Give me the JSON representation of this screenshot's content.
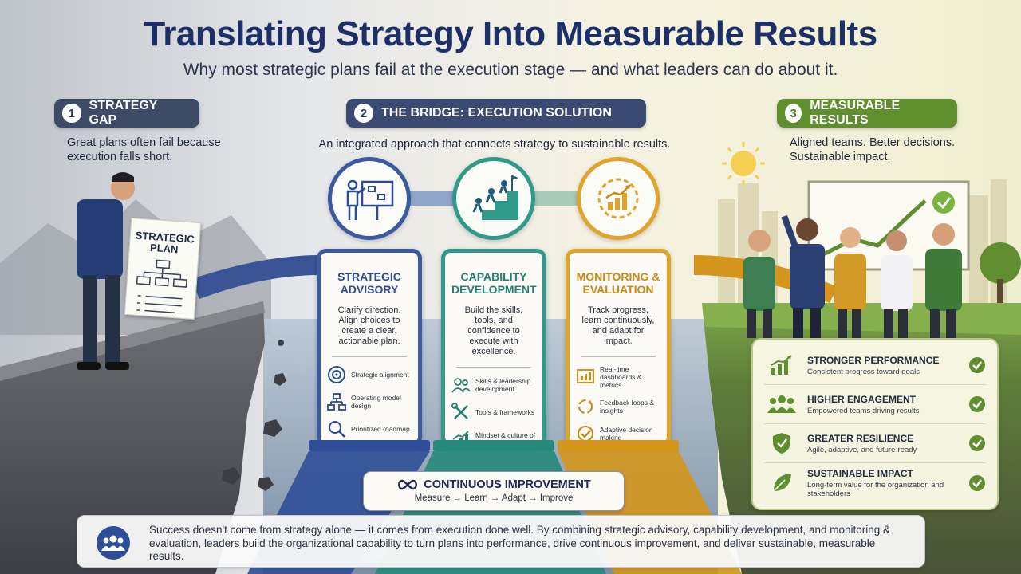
{
  "title": "Translating Strategy Into Measurable Results",
  "subtitle": "Why most strategic plans fail at the execution stage — and what leaders can do about it.",
  "sections": [
    {
      "num": "1",
      "label": "STRATEGY GAP",
      "desc": "Great plans often fail because execution falls short."
    },
    {
      "num": "2",
      "label": "THE BRIDGE: EXECUTION SOLUTION",
      "desc": "An integrated approach that connects strategy to sustainable results."
    },
    {
      "num": "3",
      "label": "MEASURABLE RESULTS",
      "desc": "Aligned teams. Better decisions. Sustainable impact."
    }
  ],
  "plan_label": "STRATEGIC PLAN",
  "pillars": [
    {
      "title": "STRATEGIC ADVISORY",
      "text": "Clarify direction. Align choices to create a clear, actionable plan.",
      "items": [
        "Strategic alignment",
        "Operating model design",
        "Prioritized roadmap"
      ],
      "icons": [
        "target-icon",
        "org-chart-icon",
        "magnifier-icon"
      ]
    },
    {
      "title": "CAPABILITY DEVELOPMENT",
      "text": "Build the skills, tools, and confidence to execute with excellence.",
      "items": [
        "Skills & leadership development",
        "Tools & frameworks",
        "Mindset & culture of ownership"
      ],
      "icons": [
        "people-icon",
        "tools-icon",
        "growth-chart-icon"
      ]
    },
    {
      "title": "MONITORING & EVALUATION",
      "text": "Track progress, learn continuously, and adapt for impact.",
      "items": [
        "Real-time dashboards & metrics",
        "Feedback loops & insights",
        "Adaptive decision making"
      ],
      "icons": [
        "dashboard-icon",
        "cycle-icon",
        "check-circle-icon"
      ]
    }
  ],
  "continuous": {
    "title": "CONTINUOUS IMPROVEMENT",
    "sub": "Measure → Learn → Adapt → Improve"
  },
  "results": [
    {
      "title": "STRONGER PERFORMANCE",
      "sub": "Consistent progress toward goals",
      "icon": "bar-chart-icon"
    },
    {
      "title": "HIGHER ENGAGEMENT",
      "sub": "Empowered teams driving results",
      "icon": "team-icon"
    },
    {
      "title": "GREATER RESILIENCE",
      "sub": "Agile, adaptive, and future-ready",
      "icon": "shield-icon"
    },
    {
      "title": "SUSTAINABLE IMPACT",
      "sub": "Long-term value for the organization and stakeholders",
      "icon": "leaf-icon"
    }
  ],
  "summary": "Success doesn't come from strategy alone — it comes from execution done well. By combining strategic advisory, capability development, and monitoring & evaluation, leaders build the organizational capability to turn plans into performance, drive continuous improvement, and deliver sustainable, measurable results.",
  "colors": {
    "navy": "#1c2f66",
    "advisory": "#3b5aa0",
    "capability": "#2f9a8a",
    "monitoring": "#e0a42a",
    "results_green": "#5f8e2f"
  }
}
